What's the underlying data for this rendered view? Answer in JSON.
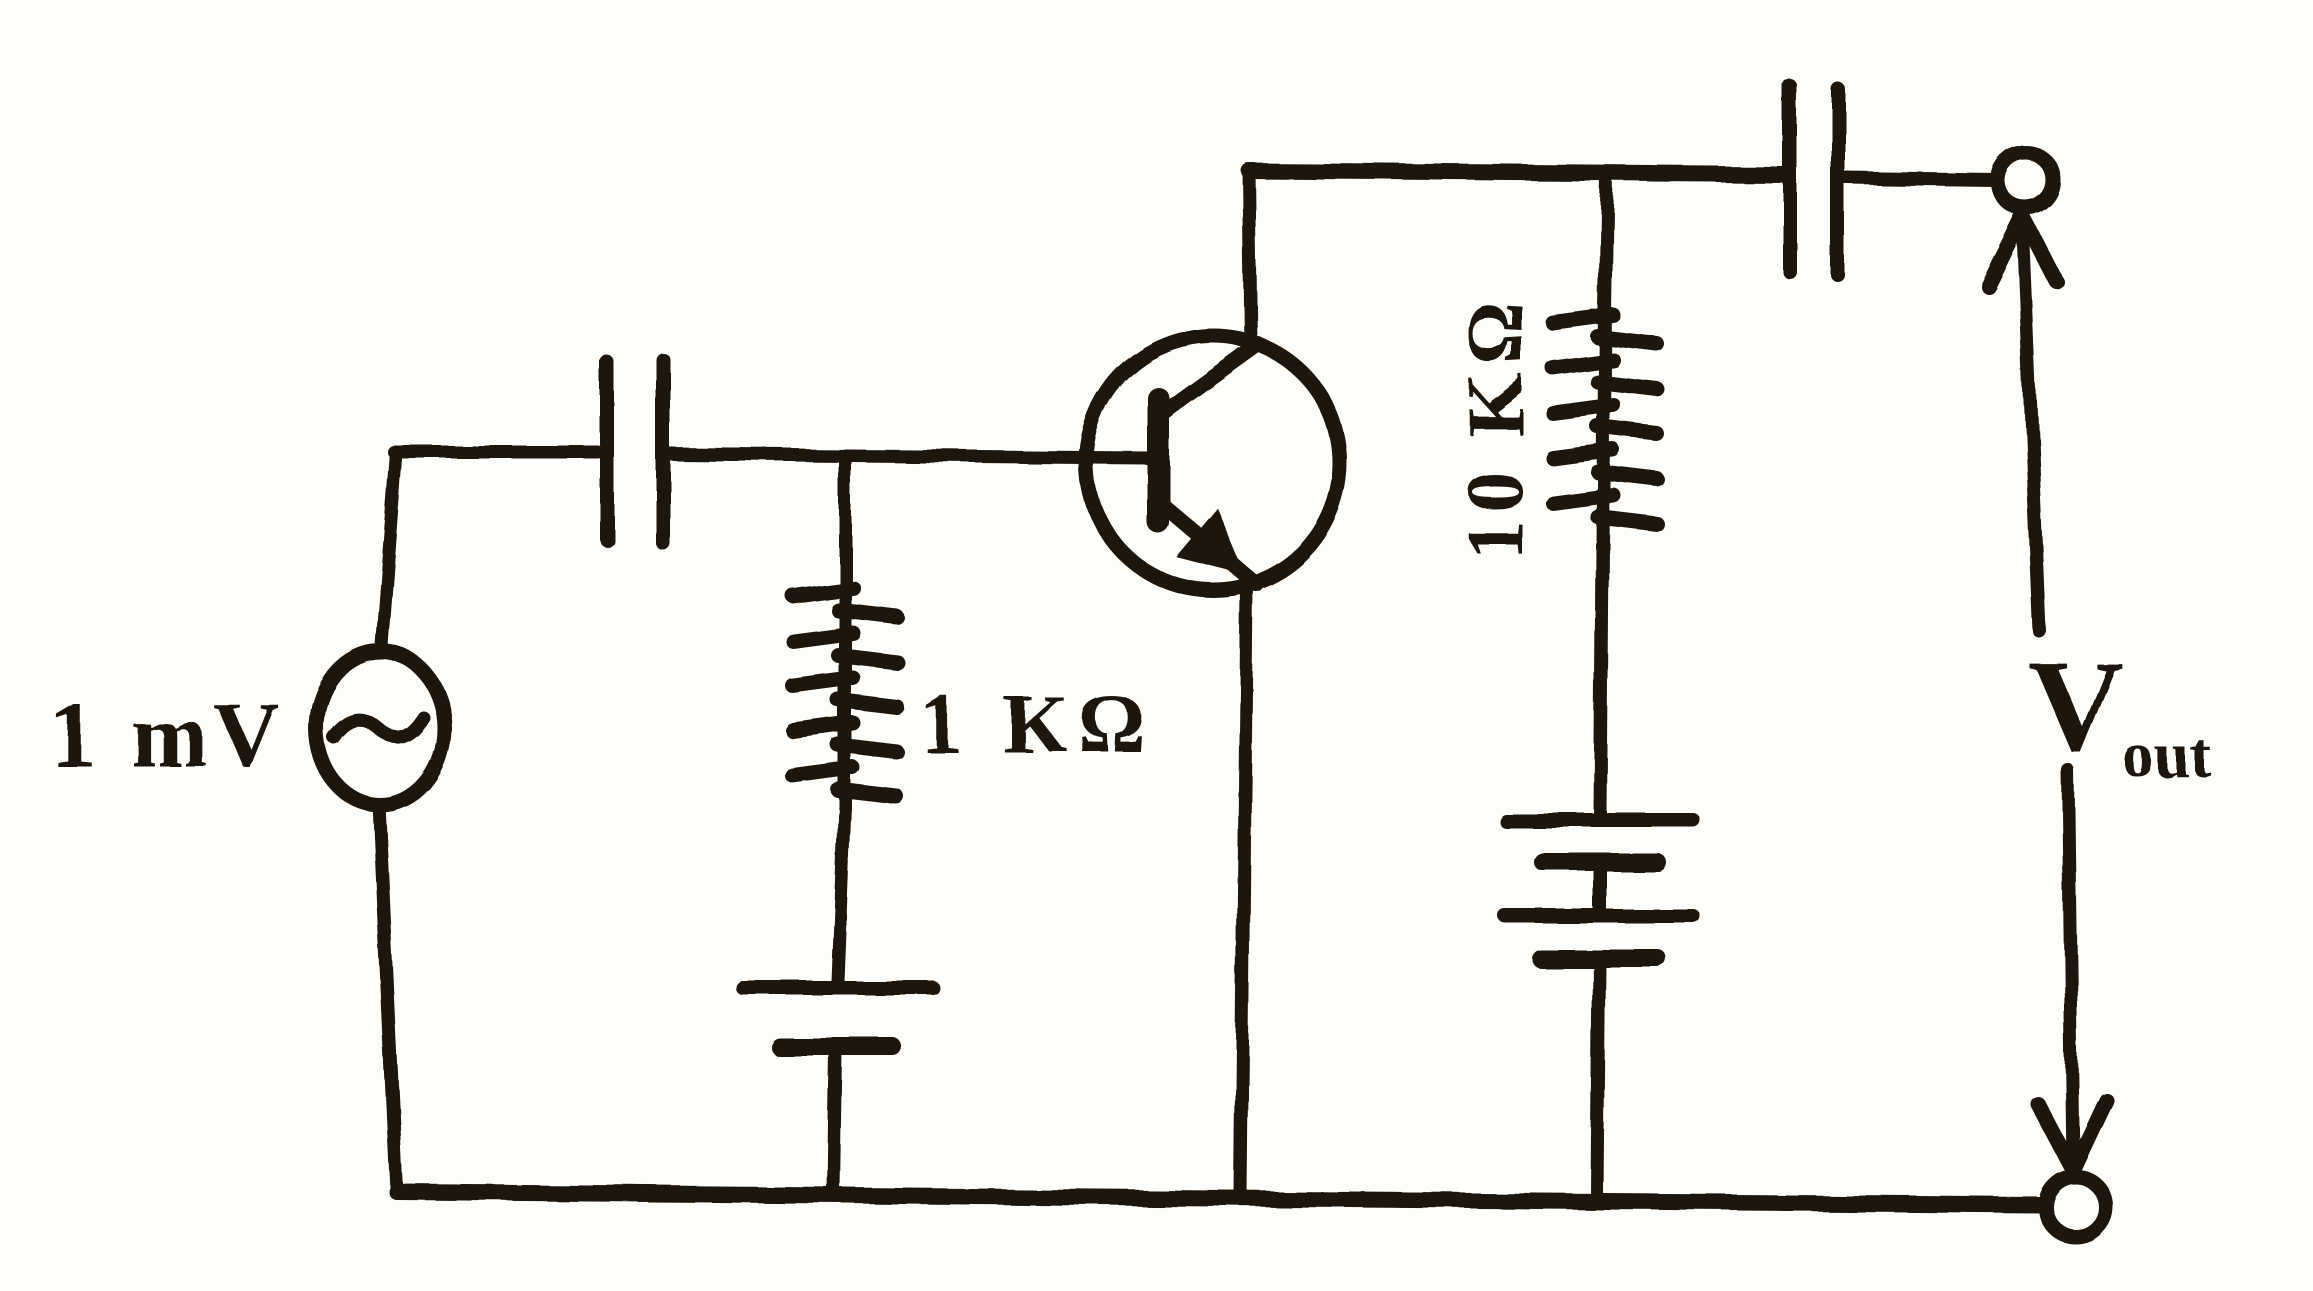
{
  "diagram": {
    "kind": "hand-drawn transistor amplifier circuit schematic (scanned)",
    "ink_color": "#1d150b",
    "paper_color": "#fdfdfa",
    "labels": {
      "source": "1 mV",
      "input_resistor": "1 KΩ",
      "load_resistor": "10 KΩ",
      "output_main": "V",
      "output_subscript": "out"
    },
    "components": [
      {
        "name": "ac-source",
        "type": "ac-voltage-source",
        "label": "1 mV"
      },
      {
        "name": "input-coupling-capacitor",
        "type": "capacitor"
      },
      {
        "name": "input-resistor",
        "type": "resistor-coil",
        "label": "1 KΩ"
      },
      {
        "name": "input-battery",
        "type": "battery",
        "cells": 1
      },
      {
        "name": "transistor",
        "type": "npn-bjt",
        "orientation": "base-left collector-up emitter-down"
      },
      {
        "name": "load-resistor",
        "type": "resistor-coil",
        "label": "10 KΩ",
        "label_rotation": "90deg-ccw"
      },
      {
        "name": "load-battery",
        "type": "battery",
        "cells": 2
      },
      {
        "name": "output-coupling-capacitor",
        "type": "capacitor"
      },
      {
        "name": "output-terminal-top",
        "type": "open-terminal"
      },
      {
        "name": "output-terminal-bottom",
        "type": "open-terminal"
      },
      {
        "name": "output-label",
        "type": "voltage-label",
        "label": "V out"
      }
    ]
  }
}
